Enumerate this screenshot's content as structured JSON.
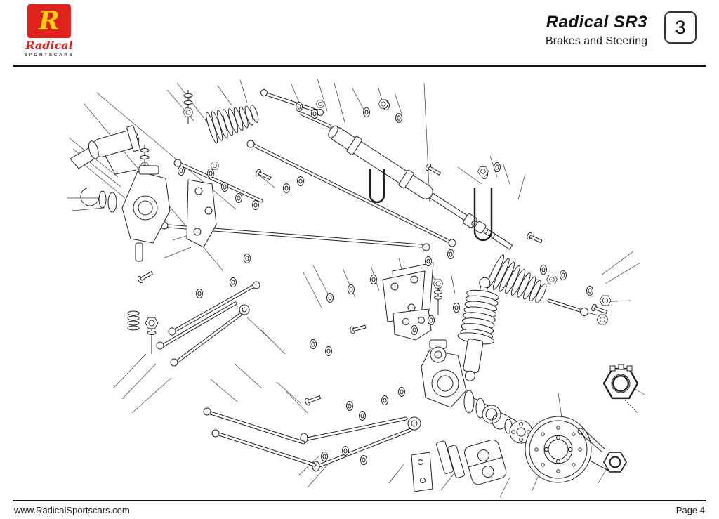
{
  "header": {
    "logo": {
      "monogram": "R",
      "brand": "Radical",
      "tagline": "SPORTSCARS"
    },
    "title": "Radical SR3",
    "subtitle": "Brakes and Steering",
    "section_number": "3"
  },
  "footer": {
    "website": "www.RadicalSportscars.com",
    "page_label": "Page 4"
  },
  "colors": {
    "logo_red": "#e0221c",
    "logo_yellow": "#ffd200",
    "ink": "#1c1c1c"
  }
}
